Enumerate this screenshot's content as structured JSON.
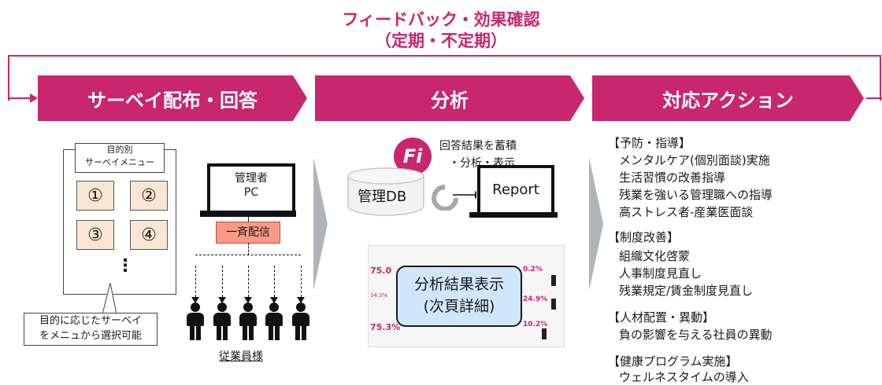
{
  "header": {
    "title_line1": "フィードバック・効果確認",
    "title_line2": "（定期・不定期）"
  },
  "process": [
    {
      "label": "サーベイ配布・回答"
    },
    {
      "label": "分析"
    },
    {
      "label": "対応アクション"
    }
  ],
  "survey": {
    "menu_title_line1": "目的別",
    "menu_title_line2": "サーベイメニュー",
    "items": [
      "①",
      "②",
      "③",
      "④"
    ],
    "ellipsis": "⋮",
    "callout_line1": "目的に応じたサーベイ",
    "callout_line2": "をメニュから選択可能",
    "pc_line1": "管理者",
    "pc_line2": "PC",
    "broadcast": "一斉配信",
    "employees": "従業員様"
  },
  "analysis": {
    "logo": "Fi",
    "caption_line1": "回答結果を蓄積",
    "caption_line2": "・分析・表示",
    "db": "管理DB",
    "report": "Report",
    "callout_line1": "分析結果表示",
    "callout_line2": "(次頁詳細)",
    "mini_values": [
      "75.0",
      "34.3%",
      "75.3%",
      "0.2%",
      "24.9%",
      "10.2%"
    ]
  },
  "actions": [
    {
      "heading": "【予防・指導】",
      "items": [
        "メンタルケア(個別面談)実施",
        "生活習慣の改善指導",
        "残業を強いる管理職への指導",
        "高ストレス者-産業医面談"
      ]
    },
    {
      "heading": "【制度改善】",
      "items": [
        "組織文化啓蒙",
        "人事制度見直し",
        "残業規定/賃金制度見直し"
      ]
    },
    {
      "heading": "【人材配置・異動】",
      "items": [
        "負の影響を与える社員の異動"
      ]
    },
    {
      "heading": "【健康プログラム実施】",
      "items": [
        "ウェルネスタイムの導入"
      ]
    }
  ],
  "colors": {
    "accent": "#c8266e",
    "doc_fill": "#fbe6d4",
    "callout_fill": "#cfe6fb",
    "broadcast_fill": "#f79a86"
  }
}
